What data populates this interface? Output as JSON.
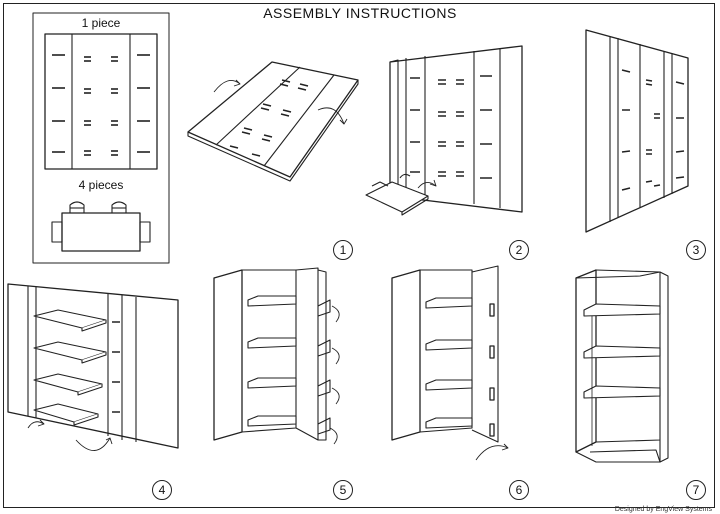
{
  "header": {
    "title": "ASSEMBLY  INSTRUCTIONS"
  },
  "parts": {
    "board_label": "1 piece",
    "shelf_label": "4 pieces"
  },
  "steps": [
    {
      "number": "1"
    },
    {
      "number": "2"
    },
    {
      "number": "3"
    },
    {
      "number": "4"
    },
    {
      "number": "5"
    },
    {
      "number": "6"
    },
    {
      "number": "7"
    }
  ],
  "footer": {
    "credit": "Designed by EngView Systems"
  }
}
